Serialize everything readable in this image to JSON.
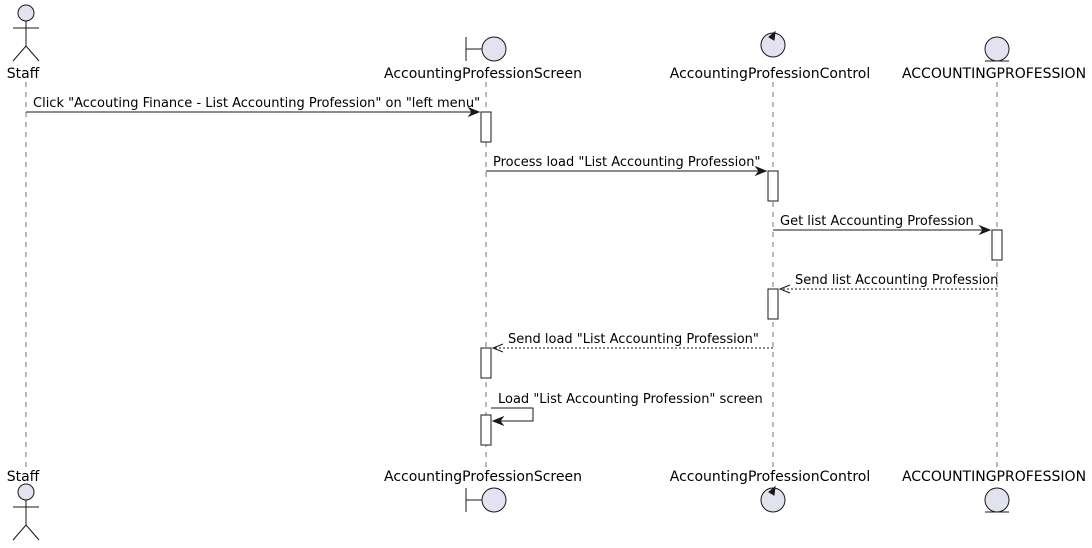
{
  "participants": [
    {
      "id": "staff",
      "label": "Staff",
      "type": "actor"
    },
    {
      "id": "screen",
      "label": "AccountingProfessionScreen",
      "type": "boundary"
    },
    {
      "id": "control",
      "label": "AccountingProfessionControl",
      "type": "control"
    },
    {
      "id": "entity",
      "label": "ACCOUNTINGPROFESSION",
      "type": "entity"
    }
  ],
  "messages": [
    {
      "from": "staff",
      "to": "screen",
      "label": "Click \"Accouting Finance - List Accounting Profession\" on \"left menu\"",
      "style": "solid"
    },
    {
      "from": "screen",
      "to": "control",
      "label": "Process load \"List Accounting Profession\"",
      "style": "solid"
    },
    {
      "from": "control",
      "to": "entity",
      "label": "Get list Accounting Profession",
      "style": "solid"
    },
    {
      "from": "entity",
      "to": "control",
      "label": "Send list Accounting Profession",
      "style": "dashed"
    },
    {
      "from": "control",
      "to": "screen",
      "label": "Send load \"List Accounting Profession\"",
      "style": "dashed"
    },
    {
      "from": "screen",
      "to": "screen",
      "label": "Load \"List Accounting Profession\" screen",
      "style": "self"
    }
  ]
}
